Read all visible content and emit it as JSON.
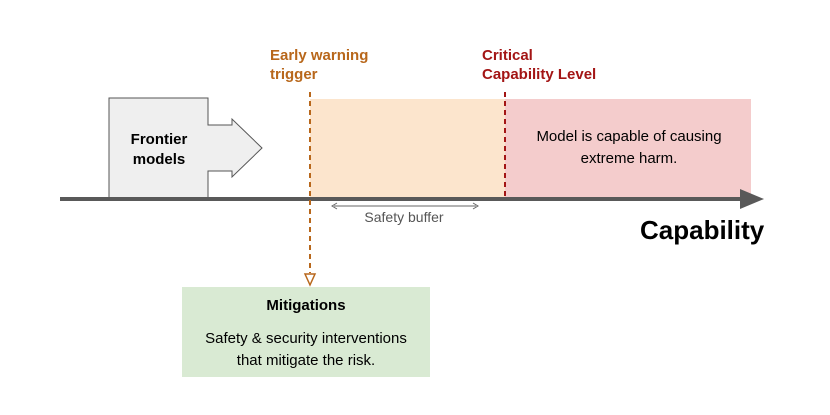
{
  "labels": {
    "early_warning": "Early warning\ntrigger",
    "critical_level": "Critical\nCapability Level",
    "frontier_models": "Frontier\nmodels",
    "harm_description": "Model is capable of causing\nextreme harm.",
    "safety_buffer": "Safety buffer",
    "axis_label": "Capability",
    "mitigations_title": "Mitigations",
    "mitigations_text": "Safety & security interventions\nthat mitigate the risk."
  },
  "colors": {
    "early_warning": "#b8671b",
    "critical": "#a31515",
    "buffer_zone": "#fce5cd",
    "harm_zone": "#f4cccc",
    "mitigation_box": "#d9ead3",
    "frontier_box": "#efefef",
    "axis": "#595959"
  }
}
